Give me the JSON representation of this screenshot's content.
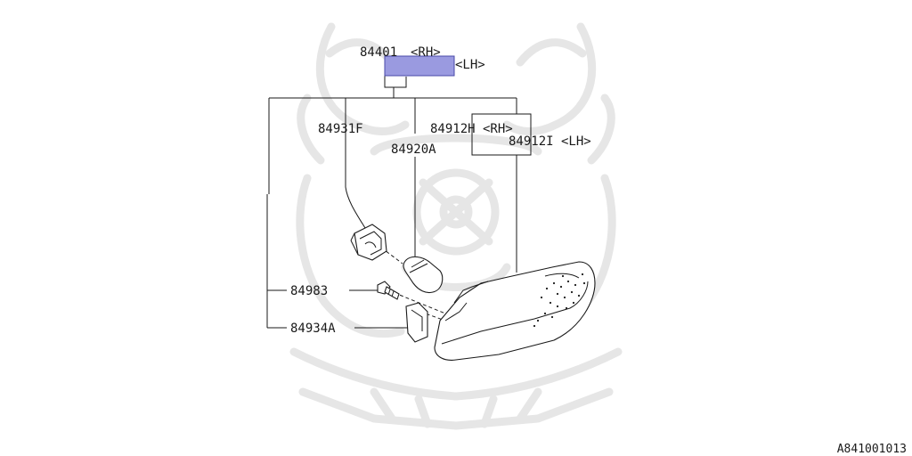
{
  "diagram": {
    "ref_code": "A841001013",
    "highlight_color": "#9a9ae0",
    "labels": {
      "p84401": "84401",
      "p84401_rh": "<RH>",
      "p84401_lh": "<LH>",
      "p84931F": "84931F",
      "p84920A": "84920A",
      "p84912H": "84912H <RH>",
      "p84912I": "84912I <LH>",
      "p84983": "84983",
      "p84934A": "84934A"
    },
    "watermark": "samurai-helmet-logo"
  }
}
